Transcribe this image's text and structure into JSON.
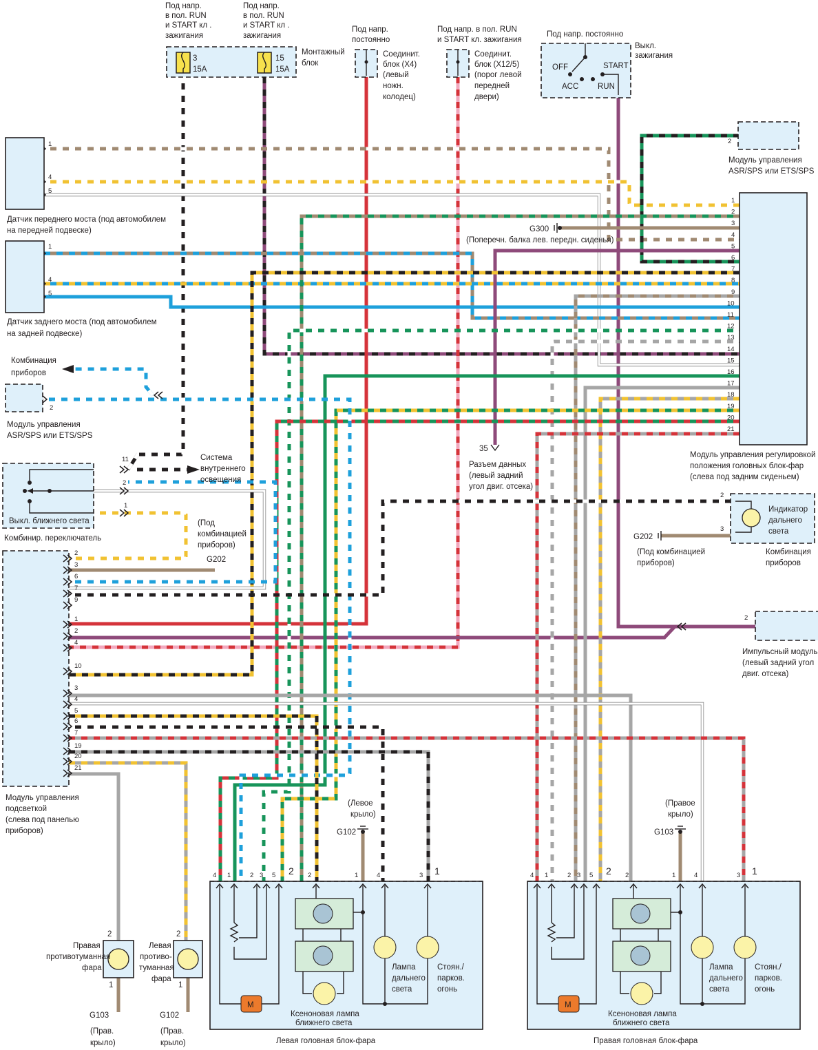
{
  "colors": {
    "red": "#d5333a",
    "white": "#ffffff",
    "black": "#231f20",
    "brown": "#a08a72",
    "yellow": "#f1c232",
    "green": "#17945a",
    "blue": "#1ea0db",
    "violet": "#8e4a7a",
    "pink": "#f2a8be",
    "grey": "#a6a6a6",
    "box_fill": "#dff0fa",
    "module_fill": "#d5ecd9",
    "lamp_fill": "#fbf3a8",
    "motor_fill": "#ec7a2c"
  },
  "top": {
    "fuse_supply_1": [
      "Под напр.",
      "в пол. RUN",
      "и START кл .",
      "зажигания"
    ],
    "fuse_supply_2": [
      "Под напр.",
      "в пол. RUN",
      "и START кл .",
      "зажигания"
    ],
    "fuse_3": {
      "number": "3",
      "rating": "15A"
    },
    "fuse_15": {
      "number": "15",
      "rating": "15A"
    },
    "fuse_block_label": [
      "Монтажный",
      "блок"
    ],
    "x4_supply": [
      "Под напр.",
      "постоянно"
    ],
    "x4_label": [
      "Соединит.",
      "блок (X4)",
      "(левый",
      "ножн.",
      "колодец)"
    ],
    "x12_supply": [
      "Под напр. в пол. RUN",
      "и START кл. зажигания"
    ],
    "x12_label": [
      "Соединит.",
      "блок (X12/5)",
      "(порог левой",
      "передней",
      "двери)"
    ],
    "ignition_supply": "Под напр. постоянно",
    "ignition_label": [
      "Выкл.",
      "зажигания"
    ],
    "ignition_positions": {
      "off": "OFF",
      "acc": "ACC",
      "run": "RUN",
      "start": "START"
    }
  },
  "left": {
    "front_sensor_pins": [
      "1",
      "4",
      "5"
    ],
    "front_sensor_label": [
      "Датчик переднего моста (под автомобилем",
      "на передней подвеске)"
    ],
    "rear_sensor_pins": [
      "1",
      "4",
      "5"
    ],
    "rear_sensor_label": [
      "Датчик заднего моста (под автомобилем",
      "на задней подвеске)"
    ],
    "cluster_arrow_label": [
      "Комбинация",
      "приборов"
    ],
    "asr_left_pin": "2",
    "asr_left_label": [
      "Модуль управления",
      "ASR/SPS или ETS/SPS"
    ],
    "switch_pins": [
      "11",
      "2",
      "1"
    ],
    "switch_inner_label": "Выкл. ближнего света",
    "switch_label": "Комбинир. переключатель",
    "interior_lighting": [
      "Система",
      "внутреннего",
      "освещения"
    ],
    "under_cluster": [
      "(Под",
      "комбинацией",
      "приборов)"
    ],
    "g202_left": "G202",
    "lighting_module_pins_a": [
      "2",
      "3",
      "6",
      "7",
      "9"
    ],
    "lighting_module_pins_b": [
      "1",
      "2",
      "4"
    ],
    "lighting_module_pins_c": [
      "10"
    ],
    "lighting_module_pins_d": [
      "3",
      "4",
      "5",
      "6",
      "7",
      "19",
      "20",
      "21"
    ],
    "lighting_module_label": [
      "Модуль управления",
      "подсветкой",
      "(слева под панелью",
      "приборов)"
    ]
  },
  "right": {
    "asr_right_pin": "2",
    "asr_right_label": [
      "Модуль управления",
      "ASR/SPS или ETS/SPS"
    ],
    "leveling_pins": [
      "1",
      "2",
      "3",
      "4",
      "5",
      "6",
      "7",
      "8",
      "9",
      "10",
      "11",
      "12",
      "13",
      "14",
      "15",
      "16",
      "17",
      "18",
      "19",
      "20",
      "21"
    ],
    "leveling_label": [
      "Модуль управления регулировкой",
      "положения головных блок-фар",
      "(слева под задним сиденьем)"
    ],
    "g300": "G300",
    "g300_label": "(Поперечн. балка лев. передн. сиденья)",
    "data_connector_pin": "35",
    "data_connector_label": [
      "Разъем данных",
      "(левый задний",
      "угол двиг. отсека)"
    ],
    "indicator_pins": [
      "2",
      "3"
    ],
    "indicator_label": [
      "Индикатор",
      "дальнего",
      "света"
    ],
    "cluster_label": [
      "Комбинация",
      "приборов"
    ],
    "g202_right": "G202",
    "g202_right_label": [
      "(Под комбинацией",
      "приборов)"
    ],
    "pulse_pin": "2",
    "pulse_label": [
      "Импульсный модуль",
      "(левый задний угол",
      "двиг. отсека)"
    ]
  },
  "bottom": {
    "right_fog": {
      "label": [
        "Правая",
        "противотуманная",
        "фара"
      ],
      "pins": [
        "2",
        "1"
      ],
      "ground": "G103",
      "ground_label": [
        "(Прав.",
        "крыло)"
      ]
    },
    "left_fog": {
      "label": [
        "Левая",
        "противо-",
        "туманная",
        "фара"
      ],
      "pins": [
        "2",
        "1"
      ],
      "ground": "G102",
      "ground_label": [
        "(Прав.",
        "крыло)"
      ]
    },
    "left_headlamp": {
      "title": "Левая головная блок-фара",
      "pins_a": [
        "4",
        "1",
        "2",
        "3",
        "5"
      ],
      "conn_a": "2",
      "pins_b": [
        "2",
        "1",
        "4",
        "3"
      ],
      "conn_b": "1",
      "ground": "G102",
      "ground_label": [
        "(Левое",
        "крыло)"
      ]
    },
    "right_headlamp": {
      "title": "Правая головная блок-фара",
      "pins_a": [
        "4",
        "1",
        "2",
        "3",
        "5"
      ],
      "conn_a": "2",
      "pins_b": [
        "2",
        "1",
        "4",
        "3"
      ],
      "conn_b": "1",
      "ground": "G103",
      "ground_label": [
        "(Правое",
        "крыло)"
      ]
    },
    "xenon_label": [
      "Ксеноновая лампа",
      "ближнего света"
    ],
    "high_beam_label": [
      "Лампа",
      "дальнего",
      "света"
    ],
    "parking_label": [
      "Стоян./",
      "парков.",
      "огонь"
    ],
    "motor_label": "M"
  }
}
